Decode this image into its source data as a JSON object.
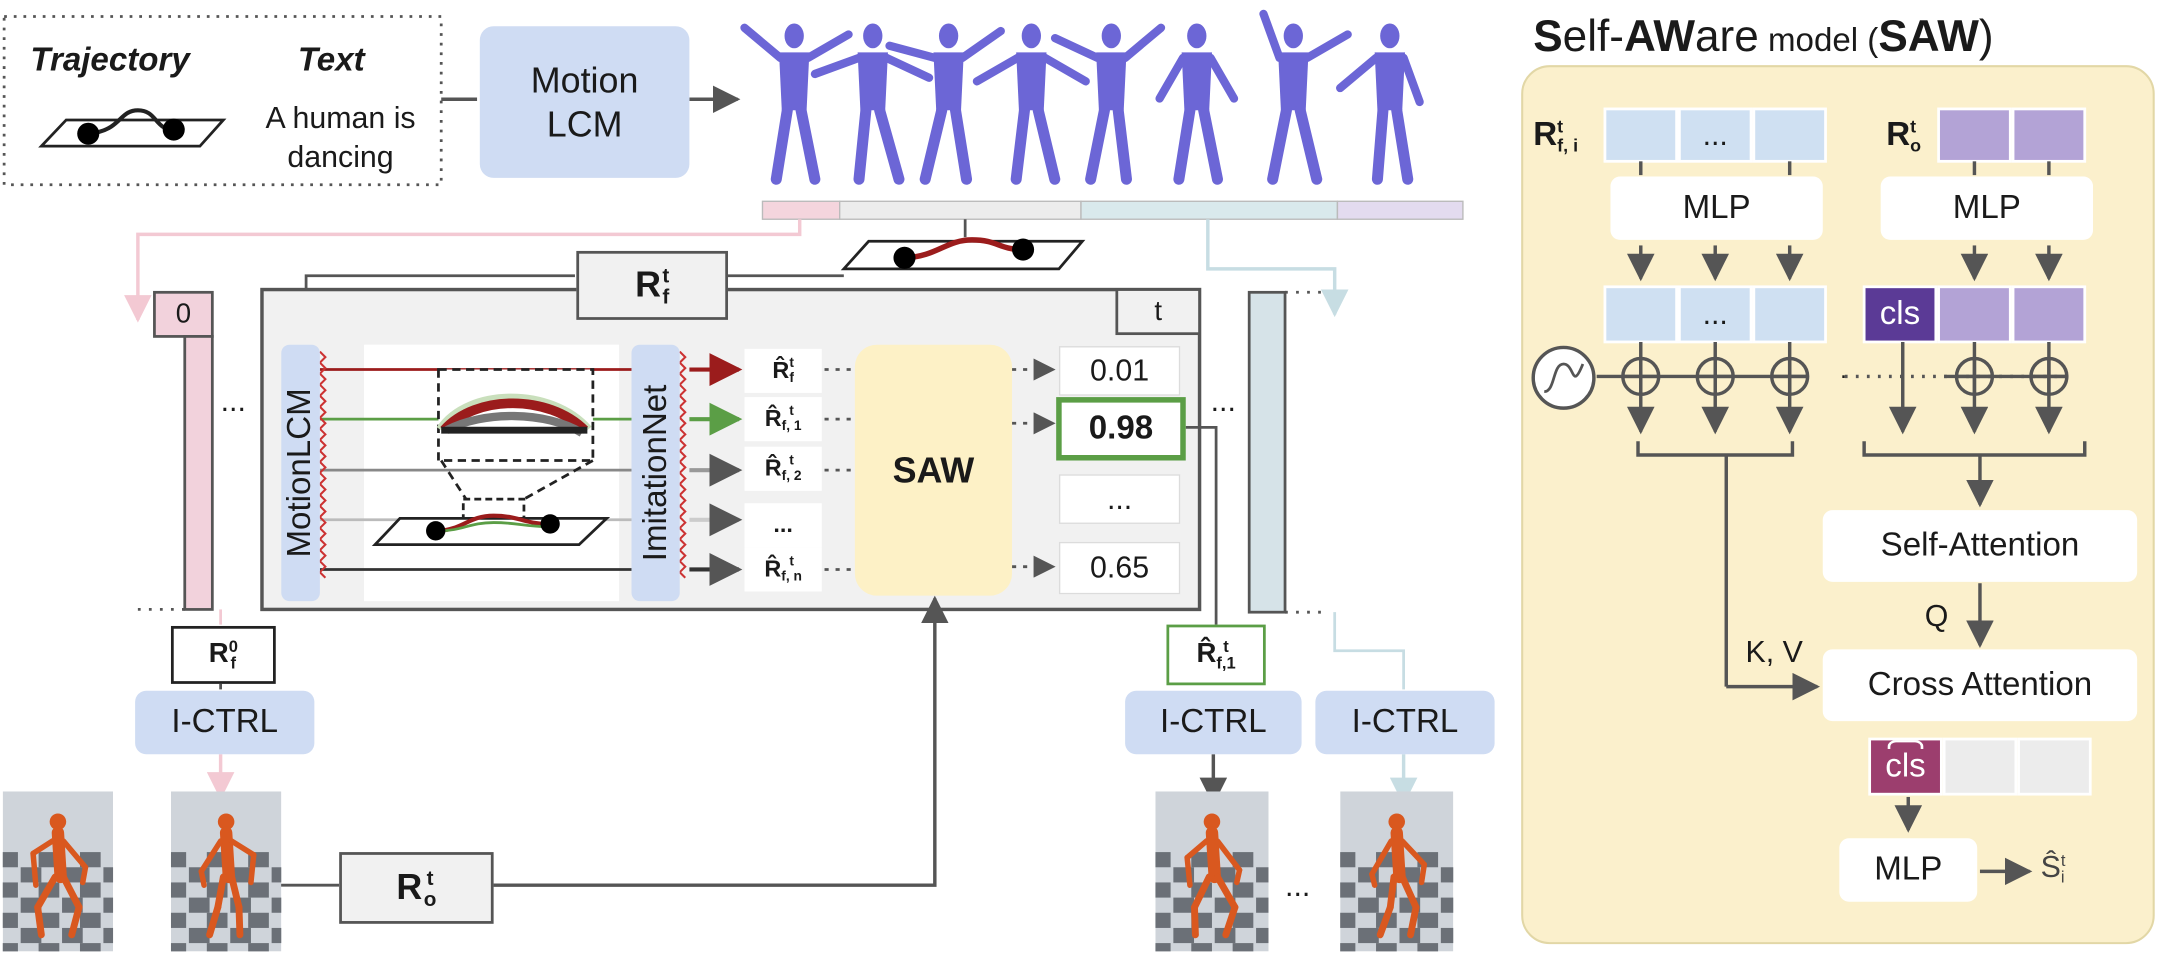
{
  "input": {
    "trajectory_label": "Trajectory",
    "text_label": "Text",
    "prompt_line1": "A human is",
    "prompt_line2": "dancing"
  },
  "motion_lcm": {
    "line1": "Motion",
    "line2": "LCM"
  },
  "pipeline": {
    "rf_label": "R",
    "rf_sup": "t",
    "rf_sub": "f",
    "frame_start": "0",
    "frame_t": "t",
    "motionlcm_vertical": "MotionLCM",
    "imitationnet_vertical": "ImitationNet",
    "saw_label": "SAW",
    "candidates": [
      {
        "base": "R̂",
        "sup": "t",
        "sub": "f"
      },
      {
        "base": "R̂",
        "sup": "t",
        "sub": "f, 1"
      },
      {
        "base": "R̂",
        "sup": "t",
        "sub": "f, 2"
      },
      {
        "base": "...",
        "sup": "",
        "sub": ""
      },
      {
        "base": "R̂",
        "sup": "t",
        "sub": "f, n"
      }
    ],
    "scores": [
      "0.01",
      "0.98",
      "...",
      "0.65"
    ],
    "ellipsis": "...",
    "r0_label": {
      "base": "R",
      "sup": "0",
      "sub": "f"
    },
    "rf1_label": {
      "base": "R̂",
      "sup": "t",
      "sub": "f,1"
    },
    "ro_label": {
      "base": "R",
      "sup": "t",
      "sub": "o"
    },
    "ictrl": "I-CTRL"
  },
  "saw_model": {
    "title_parts": [
      "S",
      "elf-",
      "AW",
      "are",
      " model (",
      "SAW",
      ")"
    ],
    "rfi": {
      "base": "R",
      "sup": "t",
      "sub": "f, i"
    },
    "ro": {
      "base": "R",
      "sup": "t",
      "sub": "o"
    },
    "mlp": "MLP",
    "dots": "...",
    "cls": "cls",
    "cls_hat": "cls",
    "self_attention": "Self-Attention",
    "cross_attention": "Cross Attention",
    "q": "Q",
    "kv": "K, V",
    "output": {
      "base": "Ŝ",
      "sup": "t",
      "sub": "i"
    }
  },
  "colors": {
    "blue_box": "#cfdcf3",
    "saw_panel": "#fbf0cc",
    "saw_block": "#fdf1c6",
    "token_blue": "#cfe0f2",
    "token_purple": "#b3a3d6",
    "cls_purple": "#5b3a96",
    "cls_hat": "#9c3e6e",
    "red": "#9b1c1c",
    "green": "#5b9e46",
    "human": "#6c66d6",
    "robot": "#d9581f"
  }
}
